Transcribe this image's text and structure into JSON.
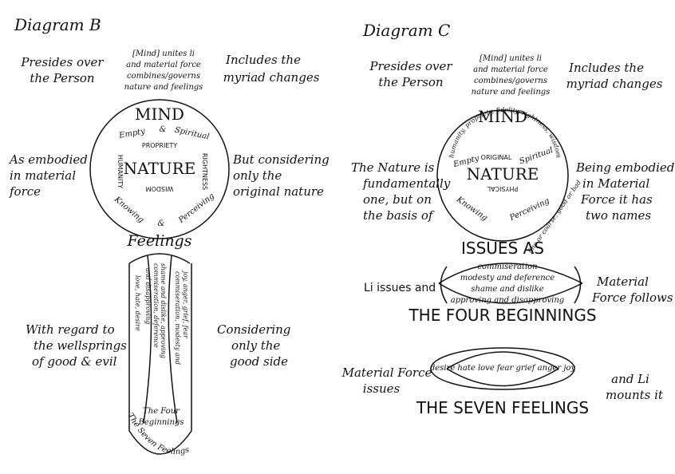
{
  "diagram_b": {
    "title": "Diagram B",
    "top_center": [
      "[Mind] unites li",
      "and material force",
      "combines/governs",
      "nature and feelings"
    ],
    "top_left": [
      "Presides over",
      "the Person"
    ],
    "top_right": [
      "Includes the",
      "myriad changes"
    ],
    "left_mid": [
      "As embodied",
      "in material",
      "force"
    ],
    "right_mid": [
      "But considering",
      "only the",
      "original nature"
    ],
    "circle": {
      "mind": "MIND",
      "empty": "Empty",
      "amp1": "&",
      "spiritual": "Spiritual",
      "propriety": "PROPRIETY",
      "humanity": "HUMANITY",
      "righteousness": "RIGHTNESS",
      "wisdom": "WISDOM",
      "nature": "NATURE",
      "knowing": "Knowing",
      "amp2": "&",
      "perceiving": "Perceiving"
    },
    "feelings": "Feelings",
    "column_texts": [
      "love, hate, desire",
      "commiseration, deference",
      "shame and dislike, approving",
      "and disapproving",
      "joy, anger, grief, fear",
      "commiseration, modesty and"
    ],
    "left_bottom": [
      "With regard to",
      "the wellsprings",
      "of good & evil"
    ],
    "right_bottom": [
      "Considering",
      "only the",
      "good side"
    ],
    "four_beginnings": [
      "The Four",
      "Beginnings"
    ],
    "seven_feelings": "The Seven Feelings"
  },
  "diagram_c": {
    "title": "Diagram C",
    "top_center": [
      "[Mind] unites li",
      "and material force",
      "combines/governs",
      "nature and feelings"
    ],
    "top_left": [
      "Presides over",
      "the Person"
    ],
    "top_right": [
      "Includes the",
      "myriad changes"
    ],
    "left_mid": [
      "The Nature is",
      "fundamentally",
      "one, but on",
      "the basis of"
    ],
    "right_mid": [
      "Being embodied",
      "in Material",
      "Force it has",
      "two names"
    ],
    "circle": {
      "mind": "MIND",
      "virtues": "humanity, propriety, fidelity, rightness, wisdom",
      "empty": "Empty",
      "original": "ORIGINAL",
      "spiritual": "Spiritual",
      "nature": "NATURE",
      "physical": "PHYSICAL",
      "knowing": "Knowing",
      "perceiving": "Perceiving",
      "fine_coarse": "fine or coarse, good or bad"
    },
    "issues_as": "ISSUES AS",
    "four_items": [
      "commiseration",
      "modesty and deference",
      "shame and dislike",
      "approving and disapproving"
    ],
    "li_issues": "Li issues and",
    "material_follows": [
      "Material",
      "Force follows"
    ],
    "four_beginnings": "THE FOUR BEGINNINGS",
    "seven_items": "desire  hate  love  fear  grief  anger  joy",
    "material_issues": [
      "Material Force",
      "issues"
    ],
    "li_mounts": [
      "and Li",
      "mounts it"
    ],
    "seven_feelings": "THE SEVEN FEELINGS"
  }
}
